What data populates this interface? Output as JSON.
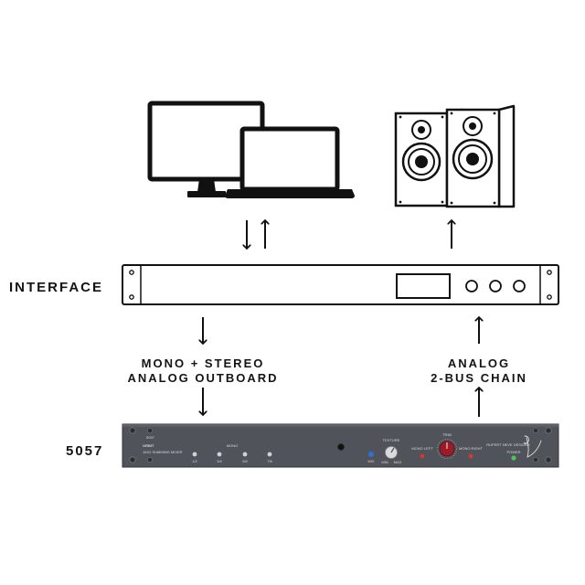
{
  "labels": {
    "interface": "INTERFACE",
    "outboard_line1": "MONO + STEREO",
    "outboard_line2": "ANALOG OUTBOARD",
    "chain_line1": "ANALOG",
    "chain_line2": "2-BUS CHAIN",
    "unit_model": "5057"
  },
  "rack_unit": {
    "model_number": "5057",
    "name": "ORBIT",
    "subtitle": "16X2 SUMMING MIXER",
    "mono_label": "MONO",
    "channel_pairs": [
      "1/2",
      "3/4",
      "5/6",
      "7/8"
    ],
    "texture_label": "TEXTURE",
    "texture_marks": [
      "MIN",
      "MAX"
    ],
    "trim_label": "TRIM",
    "mix_label": "MIX",
    "mono_left": "MONO LEFT",
    "mono_right": "MONO RIGHT",
    "brand": "RUPERT NEVE DESIGNS",
    "power_label": "POWER"
  },
  "colors": {
    "ink": "#111111",
    "panel": "#505359",
    "trim_knob": "#9c1b27",
    "led_blue": "#2f6fd6",
    "led_red": "#d8382f",
    "led_green": "#4fc35a"
  }
}
